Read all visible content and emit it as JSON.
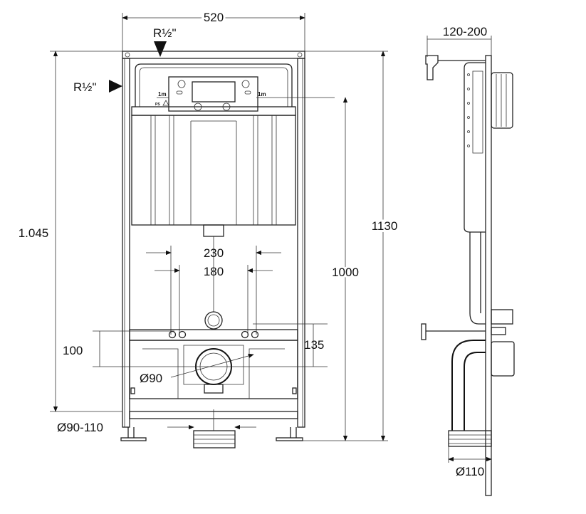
{
  "front_view": {
    "width_label": "520",
    "thread_top_label": "R½\"",
    "thread_left_label": "R½\"",
    "height_left_label": "1.045",
    "height_right_label": "1130",
    "height_inner_label": "1000",
    "spacing_outer_label": "230",
    "spacing_inner_label": "180",
    "offset_left_label": "100",
    "offset_right_label": "135",
    "drain_label": "Ø90",
    "outlet_label": "Ø90-110",
    "hose_left_label": "1m",
    "hose_right_label": "1m",
    "ps_label": "PS"
  },
  "side_view": {
    "depth_label": "120-200",
    "outlet_label": "Ø110"
  }
}
